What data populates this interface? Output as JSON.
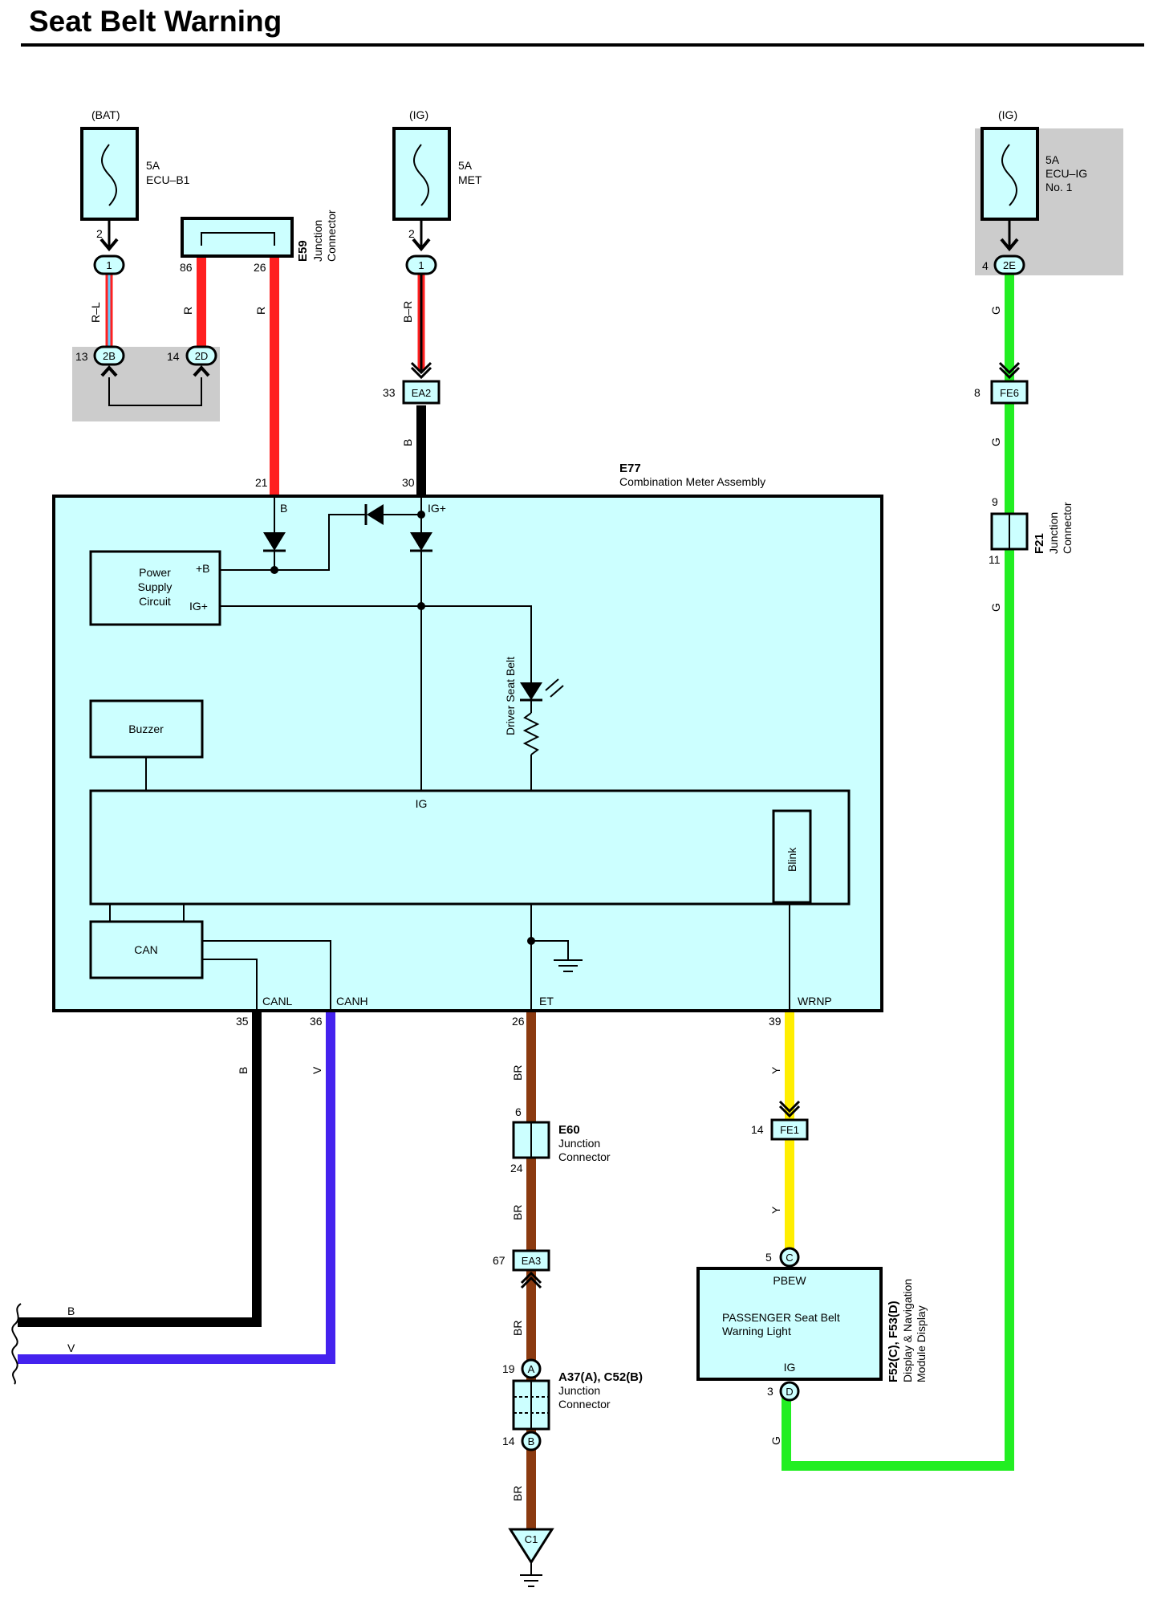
{
  "title": "Seat Belt Warning",
  "colors": {
    "box_fill": "#ccffff",
    "shade": "#cccccc",
    "red": "#ff2020",
    "black": "#000000",
    "green": "#22ee22",
    "brown": "#8b3a10",
    "yellow": "#ffee00",
    "violet": "#4422ee",
    "light_blue": "#66ccff"
  },
  "fuses": {
    "ecu_b1": {
      "source": "(BAT)",
      "rating": "5A",
      "name": "ECU–B1",
      "pin": "2"
    },
    "met": {
      "source": "(IG)",
      "rating": "5A",
      "name": "MET",
      "pin": "2"
    },
    "ecu_ig": {
      "source": "(IG)",
      "rating": "5A",
      "name_line1": "ECU–IG",
      "name_line2": "No. 1",
      "pin": "4",
      "connector": "2E"
    }
  },
  "connectors": {
    "e59": {
      "id": "E59",
      "desc_line1": "Junction",
      "desc_line2": "Connector",
      "pin_a": "86",
      "pin_b": "26"
    },
    "c1_left": {
      "label": "1"
    },
    "c1_mid": {
      "label": "1"
    },
    "c2b": {
      "pin": "13",
      "label": "2B"
    },
    "c2d": {
      "pin": "14",
      "label": "2D"
    },
    "ea2": {
      "pin": "33",
      "label": "EA2"
    },
    "fe6": {
      "pin": "8",
      "label": "FE6"
    },
    "f21": {
      "id": "F21",
      "desc_line1": "Junction",
      "desc_line2": "Connector",
      "pin_top": "9",
      "pin_bottom": "11"
    },
    "e60": {
      "id": "E60",
      "desc_line1": "Junction",
      "desc_line2": "Connector",
      "pin_top": "6",
      "pin_bottom": "24"
    },
    "ea3": {
      "pin": "67",
      "label": "EA3"
    },
    "a37": {
      "id": "A37(A), C52(B)",
      "desc_line1": "Junction",
      "desc_line2": "Connector",
      "pin_a": "19",
      "label_a": "A",
      "pin_b": "14",
      "label_b": "B"
    },
    "fe1": {
      "pin": "14",
      "label": "FE1"
    },
    "c1_ground": {
      "label": "C1"
    }
  },
  "wires": {
    "rl": "R–L",
    "r1": "R",
    "r2": "R",
    "br_met": "B–R",
    "b_met": "B",
    "g1": "G",
    "g2": "G",
    "g3": "G",
    "b_can": "B",
    "v_can": "V",
    "br1": "BR",
    "br2": "BR",
    "br3": "BR",
    "br4": "BR",
    "y1": "Y",
    "y2": "Y",
    "g_bottom": "G",
    "b_out": "B",
    "v_out": "V"
  },
  "meter": {
    "id": "E77",
    "name": "Combination Meter Assembly",
    "pin_b": "21",
    "pin_ig": "30",
    "term_b": "B",
    "term_ig": "IG+",
    "power_supply_l1": "Power",
    "power_supply_l2": "Supply",
    "power_supply_l3": "Circuit",
    "ps_plus_b": "+B",
    "ps_ig": "IG+",
    "buzzer": "Buzzer",
    "driver_seat_belt": "Driver Seat Belt",
    "ig": "IG",
    "blink": "Blink",
    "can": "CAN",
    "canl": "CANL",
    "canh": "CANH",
    "et": "ET",
    "wrnp": "WRNP",
    "pin_canl": "35",
    "pin_canh": "36",
    "pin_et": "26",
    "pin_wrnp": "39"
  },
  "display": {
    "pbew": "PBEW",
    "text_l1": "PASSENGER Seat Belt",
    "text_l2": "Warning Light",
    "ig": "IG",
    "pin_c": "5",
    "label_c": "C",
    "pin_d": "3",
    "label_d": "D",
    "id": "F52(C), F53(D)",
    "desc_l1": "Display & Navigation",
    "desc_l2": "Module Display"
  }
}
